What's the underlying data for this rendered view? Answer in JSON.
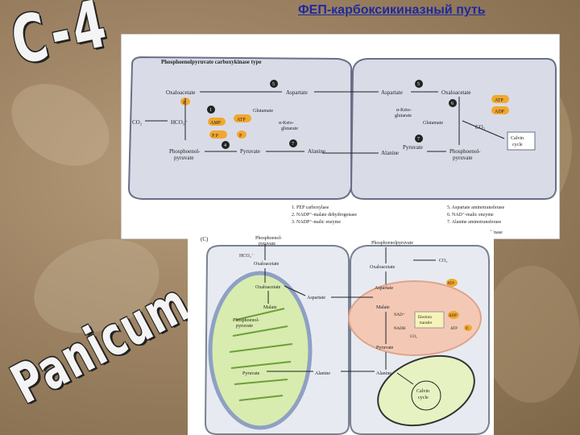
{
  "slide": {
    "title": "ФЕП-карбоксикиназный путь",
    "wordart_top": "C-4",
    "wordart_bottom": "Panicum"
  },
  "diagram_top": {
    "heading": "Phosphoenolpyruvate carboxykinase type",
    "left_cell": {
      "oxaloacetate": "Oxaloacetate",
      "aspartate": "Aspartate",
      "glutamate": "Glutamate",
      "ketoglutarate": "α-Keto-\nglutarate",
      "co2": "CO₂",
      "hco3": "HCO₃⁻",
      "amp": "AMP",
      "atp": "ATP",
      "pp": "P P",
      "pi": "P",
      "pep": "Phosphoenol-\npyruvate",
      "pyruvate": "Pyruvate",
      "alanine": "Alanine"
    },
    "right_cell": {
      "aspartate": "Aspartate",
      "oxaloacetate": "Oxaloacetate",
      "ketoglutarate": "α-Keto-\nglutarate",
      "glutamate": "Glutamate",
      "atp": "ATP",
      "adp": "ADP",
      "co2": "CO₂",
      "calvin": "Calvin\ncycle",
      "pyruvate": "Pyruvate",
      "alanine": "Alanine",
      "pep": "Phosphoenol-\npyruvate"
    },
    "step_numbers": [
      "1",
      "4",
      "5",
      "5",
      "6",
      "7",
      "7"
    ],
    "legend": [
      "1. PEP carboxylase",
      "2. NADP⁺-malate dehydrogenase",
      "3. NADP⁺-malic enzyme",
      "5. Aspartate aminotransferase",
      "6. NAD⁺-malic enzyme",
      "7. Alanine aminotransferase",
      "...oxykinase"
    ]
  },
  "diagram_bottom": {
    "panel_label": "(C)",
    "labels": {
      "pep_top": "Phosphoenol-\npyruvate",
      "hco3": "HCO₃⁻",
      "oaa_top": "Oxaloacetate",
      "oaa_chloro": "Oxaloacetate",
      "malate": "Malate",
      "pep_chloro": "Phosphoenol-\npyruvate",
      "pyruvate": "Pyruvate",
      "aspartate": "Aspartate",
      "alanine": "Alanine",
      "pep_right": "Phosphoenolpyruvate",
      "co2": "CO₂",
      "oaa_right": "Oxaloacetate",
      "aspartate_right": "Aspartate",
      "malate_right": "Malate",
      "nad": "NAD⁺",
      "nadh": "NADH",
      "electron": "Electron\ntransfer",
      "co2_mito": "CO₂",
      "pyruvate_right": "Pyruvate",
      "alanine_right": "Alanine",
      "calvin": "Calvin\ncycle",
      "atp": "ATP",
      "adp": "ADP",
      "atp2": "ATP",
      "pi": "Pᵢ"
    }
  }
}
